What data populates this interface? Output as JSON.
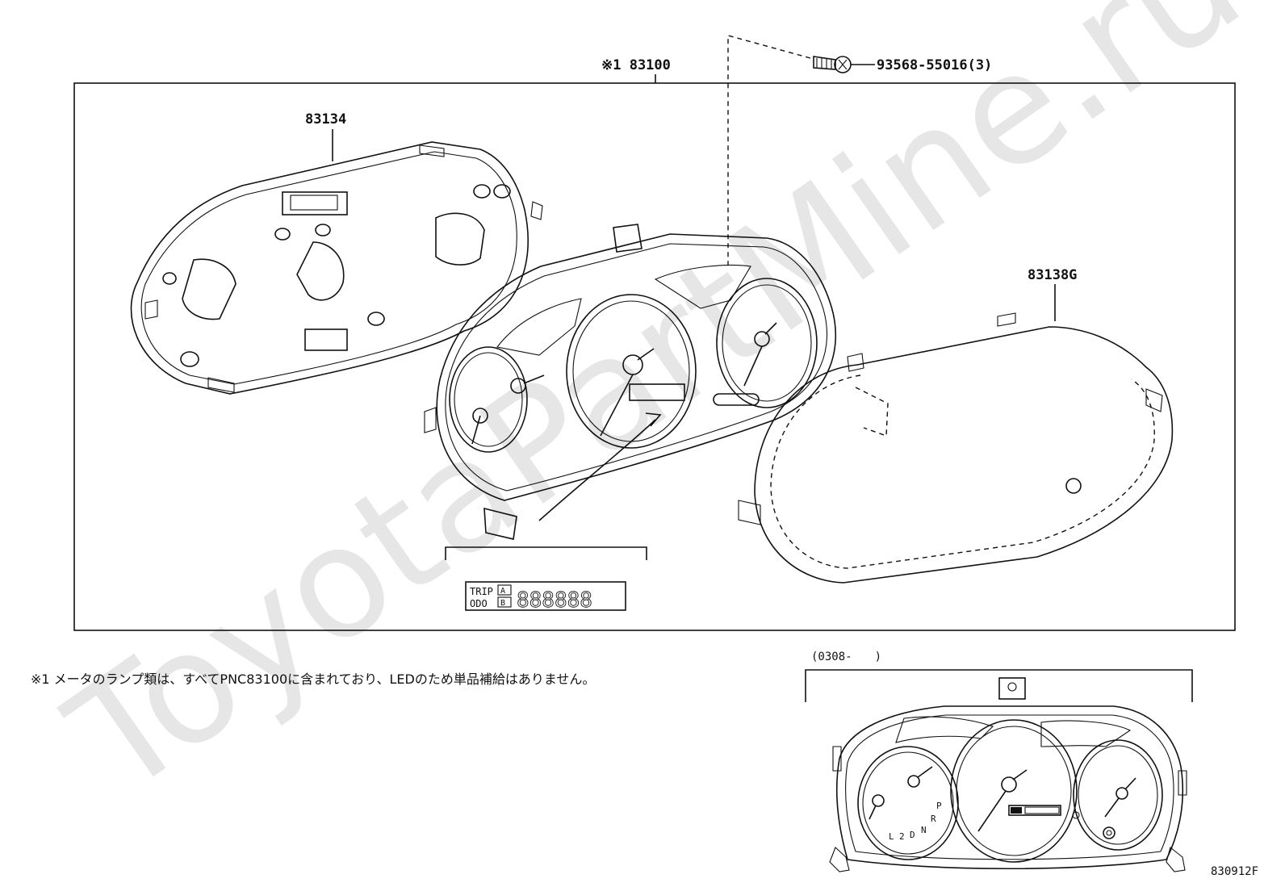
{
  "watermark": "ToyotaPartMine.ru",
  "assembly_label": "※1 83100",
  "part_labels": {
    "housing": "83134",
    "glass": "83138G",
    "screw": "93568-55016(3)"
  },
  "display_inset": {
    "trip": "TRIP",
    "odo": "ODO",
    "a": "A",
    "b": "B",
    "digits": "888888"
  },
  "footnote": "※1 メータのランプ類は、すべてPNC83100に含まれており、LEDのため単品補給はありません。",
  "variant_label": "(0308-　　)",
  "gear_letters": [
    "P",
    "R",
    "N",
    "D",
    "2",
    "L"
  ],
  "diagram_id": "830912F"
}
